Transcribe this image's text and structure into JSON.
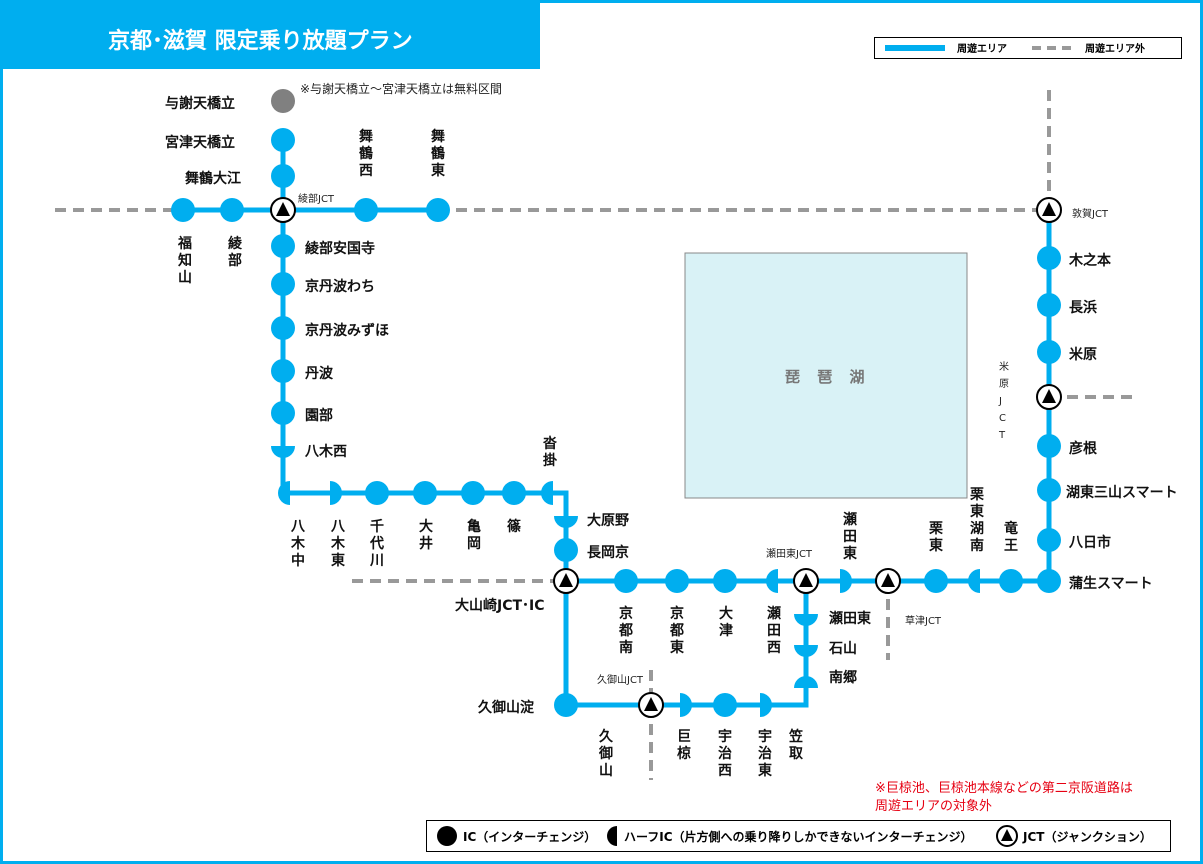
{
  "title": "京都･滋賀 限定乗り放題プラン",
  "legend_top": {
    "inside": "周遊エリア",
    "outside": "周遊エリア外"
  },
  "colors": {
    "route": "#00aeef",
    "outside": "#999999",
    "lake": "#d9f2f6",
    "origin_ic": "#808080"
  },
  "lake": {
    "name": "琵 琶 湖"
  },
  "notes": {
    "free_section": "※与謝天橋立～宮津天橋立は無料区間",
    "exclusion_line1": "※巨椋池、巨椋池本線などの第二京阪道路は",
    "exclusion_line2": "周遊エリアの対象外"
  },
  "legend_bottom": {
    "ic": "IC（インターチェンジ）",
    "half_ic": "ハーフIC（片方側への乗り降りしかできないインターチェンジ）",
    "jct": "JCT（ジャンクション）"
  },
  "stations": {
    "yosa_amanohashidate": "与謝天橋立",
    "miyazu_amanohashidate": "宮津天橋立",
    "maizuru_oe": "舞鶴大江",
    "ayabe_jct": "綾部JCT",
    "maizuru_nishi": "舞\n鶴\n西",
    "maizuru_higashi": "舞\n鶴\n東",
    "fukuchiyama": "福\n知\n山",
    "ayabe": "綾\n部",
    "ayabe_ankokuji": "綾部安国寺",
    "kyotamba_wachi": "京丹波わち",
    "kyotamba_mizuho": "京丹波みずほ",
    "tamba": "丹波",
    "sonobe": "園部",
    "yagi_nishi": "八木西",
    "yagi_naka": "八\n木\n中",
    "yagi_higashi": "八\n木\n東",
    "chiyokawa": "千\n代\n川",
    "oi": "大\n井",
    "kameoka": "亀\n岡",
    "shino": "篠",
    "kutsukake": "沓\n掛",
    "oharano": "大原野",
    "nagaokakyo": "長岡京",
    "oyamazaki": "大山崎JCT･IC",
    "kumiyama_yodo": "久御山淀",
    "kumiyama_jct": "久御山JCT",
    "kumiyama": "久\n御\n山",
    "ogura": "巨\n椋",
    "uji_nishi": "宇\n治\n西",
    "uji_higashi": "宇\n治\n東",
    "kasatori": "笠\n取",
    "kyoto_minami": "京\n都\n南",
    "kyoto_higashi": "京\n都\n東",
    "otsu": "大\n津",
    "seta_nishi": "瀬\n田\n西",
    "seta_higashi_jct": "瀬田東JCT",
    "seta_higashi_v": "瀬\n田\n東",
    "seta_higashi": "瀬田東",
    "ishiyama": "石山",
    "nango": "南郷",
    "kusatsu_jct": "草津JCT",
    "ritto": "栗\n東",
    "ritto_konan": "栗\n東\n湖\n南",
    "ryuo": "竜\n王",
    "gamo_smart": "蒲生スマート",
    "yokaichi": "八日市",
    "koto_sanzan": "湖東三山スマート",
    "hikone": "彦根",
    "maibara_jct": "米\n原\nJ\nC\nT",
    "maibara": "米原",
    "nagahama": "長浜",
    "kinomoto": "木之本",
    "tsuruga_jct": "敦賀JCT"
  }
}
